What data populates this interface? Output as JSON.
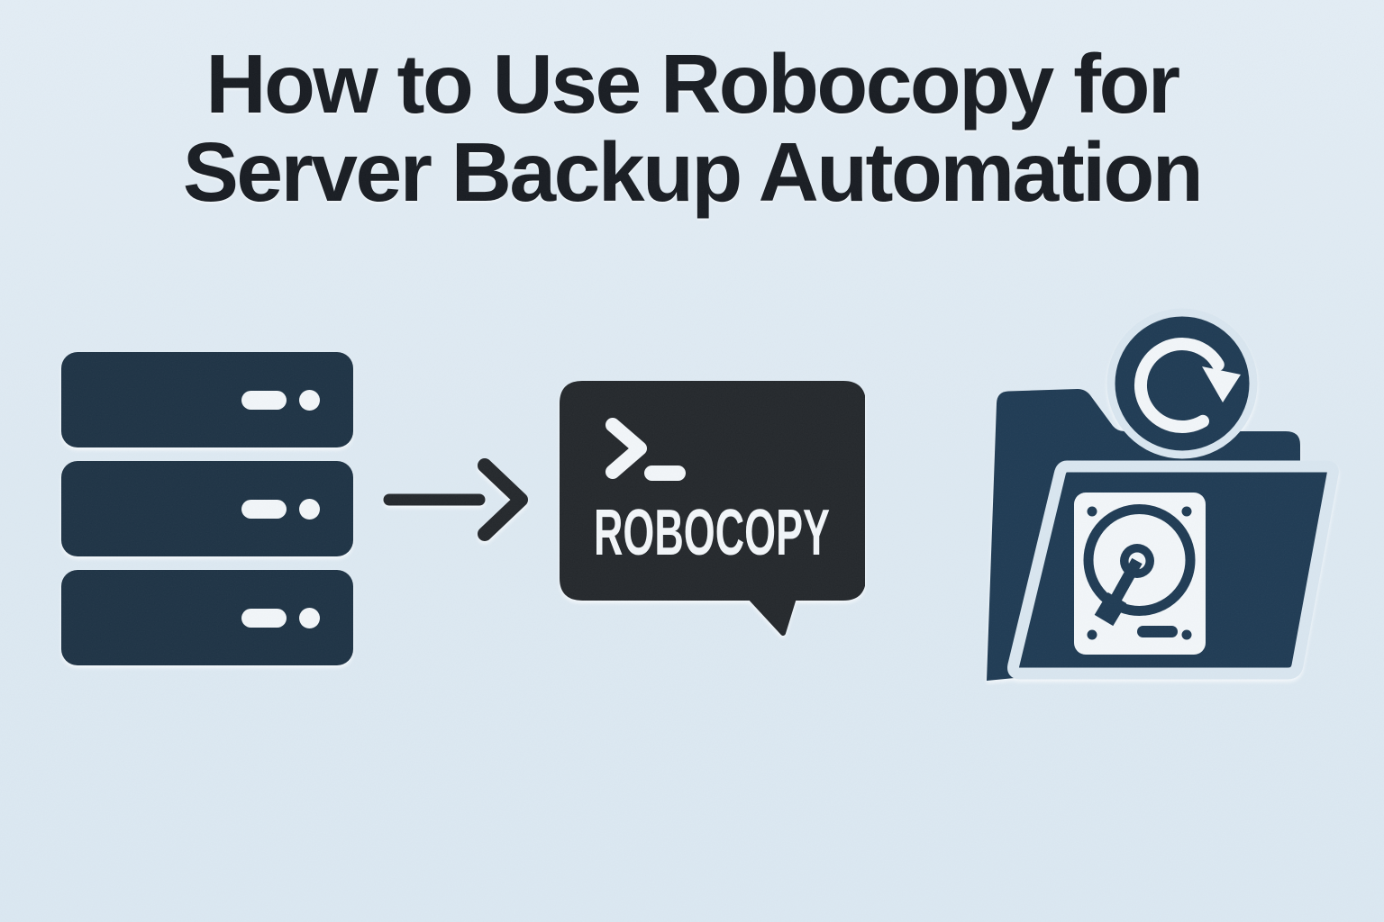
{
  "title": {
    "line1": "How to Use Robocopy for",
    "line2": "Server Backup Automation"
  },
  "bubble": {
    "label": "ROBOCOPY"
  },
  "colors": {
    "background": "#dde9f2",
    "background_top": "#e3edf5",
    "title_ink": "#181c22",
    "server": "#1e3345",
    "bubble": "#24282c",
    "arrow": "#24282c",
    "folder": "#1f3b54",
    "icon_white": "#f2f6f9",
    "separator": "#d9e6f0"
  },
  "icons": {
    "server_stack": "server-stack-icon",
    "flow_arrow": "arrow-right-icon",
    "terminal_prompt": "terminal-prompt-icon",
    "sync_badge": "sync-refresh-icon",
    "backup_folder": "backup-folder-icon",
    "hard_drive": "hard-drive-icon"
  }
}
